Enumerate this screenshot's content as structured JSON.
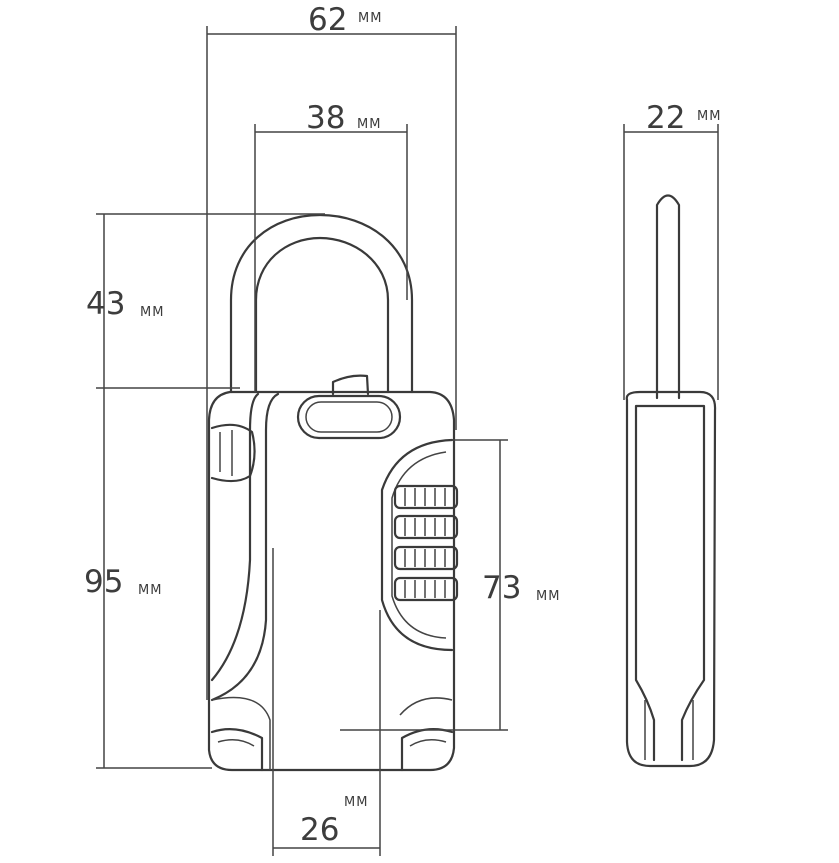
{
  "dimensions": {
    "overall_width": {
      "value": "62",
      "unit": "MM"
    },
    "shackle_width": {
      "value": "38",
      "unit": "MM"
    },
    "depth": {
      "value": "22",
      "unit": "MM"
    },
    "shackle_height": {
      "value": "43",
      "unit": "MM"
    },
    "body_height": {
      "value": "95",
      "unit": "MM"
    },
    "dial_area_height": {
      "value": "73",
      "unit": "MM"
    },
    "base_width": {
      "value": "26",
      "unit": "MM"
    }
  }
}
